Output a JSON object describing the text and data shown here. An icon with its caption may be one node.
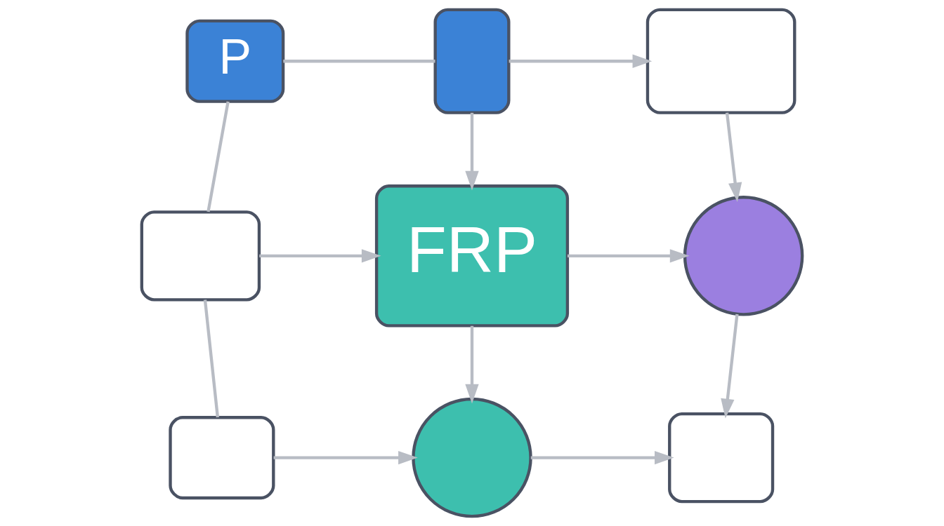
{
  "diagram": {
    "nodes": [
      {
        "text": [
          "P"
        ]
      },
      {
        "text": [],
        "shape": "box"
      },
      {
        "text": [],
        "shape": "box"
      },
      {
        "text": [],
        "shape": "box"
      },
      {
        "text": [
          "FRP"
        ]
      },
      {
        "text": [],
        "shape": "circle"
      },
      {
        "text": [],
        "shape": "box"
      },
      {
        "text": [],
        "shape": "circle"
      },
      {
        "text": [],
        "shape": "box"
      }
    ],
    "edges": [
      {
        "from": 0,
        "to": 1,
        "arrow": "none"
      },
      {
        "from": 1,
        "to": 2,
        "arrow": "to"
      },
      {
        "from": 0,
        "to": 3,
        "arrow": "none"
      },
      {
        "from": 1,
        "to": 4,
        "arrow": "to"
      },
      {
        "from": 2,
        "to": 5,
        "arrow": "to"
      },
      {
        "from": 3,
        "to": 4,
        "arrow": "to"
      },
      {
        "from": 4,
        "to": 5,
        "arrow": "to"
      },
      {
        "from": 3,
        "to": 6,
        "arrow": "none"
      },
      {
        "from": 4,
        "to": 7,
        "arrow": "to"
      },
      {
        "from": 5,
        "to": 8,
        "arrow": "to"
      },
      {
        "from": 6,
        "to": 7,
        "arrow": "to"
      },
      {
        "from": 7,
        "to": 8,
        "arrow": "to"
      }
    ]
  }
}
